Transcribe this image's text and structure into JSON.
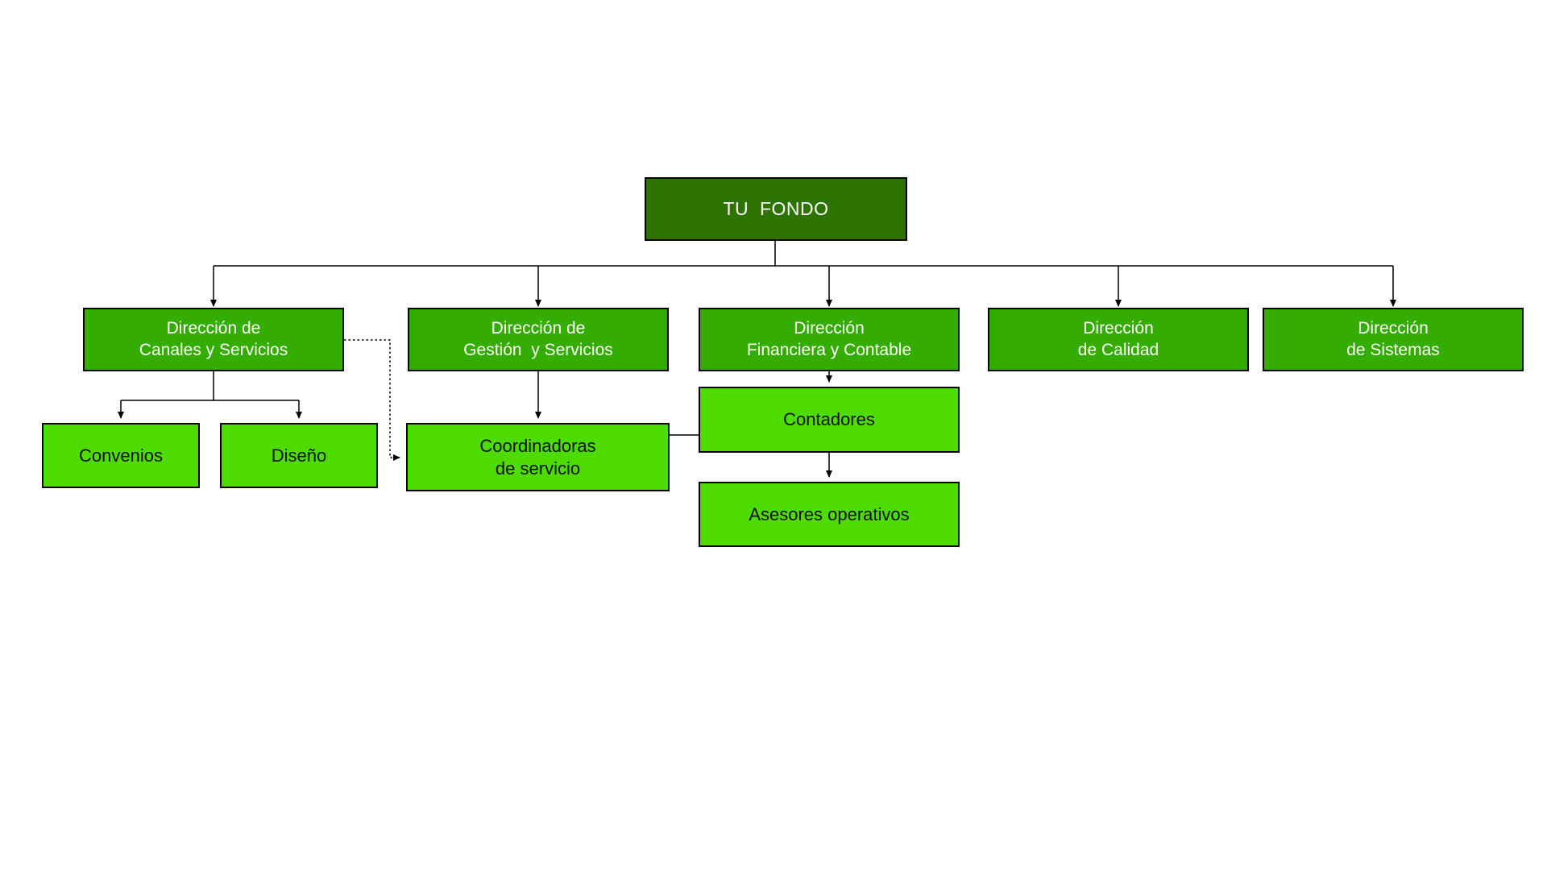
{
  "org_chart": {
    "root": {
      "id": "tu-fondo",
      "label": "TU  FONDO"
    },
    "directions": [
      {
        "id": "canales",
        "label": "Dirección de\nCanales y Servicios"
      },
      {
        "id": "gestion",
        "label": "Dirección de\nGestión  y Servicios"
      },
      {
        "id": "financiera",
        "label": "Dirección\nFinanciera y Contable"
      },
      {
        "id": "calidad",
        "label": "Dirección\nde Calidad"
      },
      {
        "id": "sistemas",
        "label": "Dirección\nde Sistemas"
      }
    ],
    "sub_units": [
      {
        "id": "convenios",
        "label": "Convenios"
      },
      {
        "id": "diseno",
        "label": "Diseño"
      },
      {
        "id": "coordinadoras",
        "label": "Coordinadoras\nde servicio"
      },
      {
        "id": "contadores",
        "label": "Contadores"
      },
      {
        "id": "asesores",
        "label": "Asesores operativos"
      }
    ],
    "edges": [
      {
        "from": "tu-fondo",
        "to": "canales",
        "style": "solid"
      },
      {
        "from": "tu-fondo",
        "to": "gestion",
        "style": "solid"
      },
      {
        "from": "tu-fondo",
        "to": "financiera",
        "style": "solid"
      },
      {
        "from": "tu-fondo",
        "to": "calidad",
        "style": "solid"
      },
      {
        "from": "tu-fondo",
        "to": "sistemas",
        "style": "solid"
      },
      {
        "from": "canales",
        "to": "convenios",
        "style": "solid"
      },
      {
        "from": "canales",
        "to": "diseno",
        "style": "solid"
      },
      {
        "from": "gestion",
        "to": "coordinadoras",
        "style": "solid"
      },
      {
        "from": "financiera",
        "to": "contadores",
        "style": "solid"
      },
      {
        "from": "contadores",
        "to": "asesores",
        "style": "solid"
      },
      {
        "from": "canales",
        "to": "coordinadoras",
        "style": "dotted"
      },
      {
        "from": "coordinadoras",
        "to": "contadores",
        "style": "solid-link"
      }
    ],
    "colors": {
      "root_fill": "#2d7300",
      "direction_fill": "#35ad00",
      "unit_fill": "#4edb00",
      "border": "#000000",
      "line": "#000000",
      "background": "#ffffff"
    }
  }
}
